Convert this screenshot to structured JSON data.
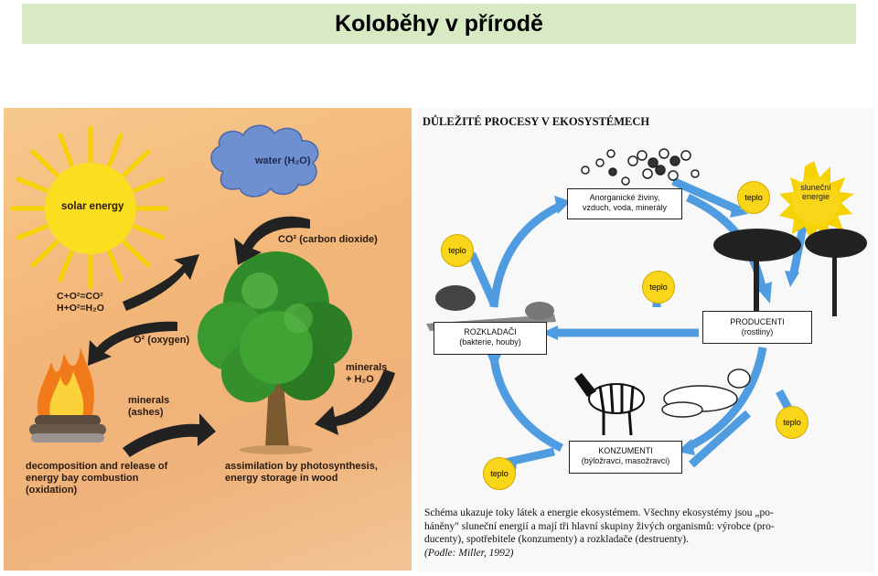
{
  "title": "Koloběhy v přírodě",
  "left": {
    "water": "water (H₂O)",
    "solar": "solar energy",
    "co2": "CO² (carbon dioxide)",
    "eq1": "C+O²=CO²",
    "eq2": "H+O²=H₂O",
    "o2": "O² (oxygen)",
    "minerals_ashes": [
      "minerals",
      "(ashes)"
    ],
    "minerals_h2o": [
      "minerals",
      "+ H₂O"
    ],
    "decomposition": [
      "decomposition and release of",
      "energy bay combustion",
      "(oxidation)"
    ],
    "assimilation": [
      "assimilation by photosynthesis,",
      "energy storage in wood"
    ]
  },
  "right": {
    "heading": "DŮLEŽITÉ PROCESY V EKOSYSTÉMECH",
    "anorganic": [
      "Anorganické živiny,",
      "vzduch, voda, minerály"
    ],
    "producenti": [
      "PRODUCENTI",
      "(rostliny)"
    ],
    "rozkladaci": [
      "ROZKLADAČI",
      "(bakterie, houby)"
    ],
    "konzumenti": [
      "KONZUMENTI",
      "(býložravci, masožravci)"
    ],
    "teplo": "teplo",
    "sun": [
      "sluneční",
      "energie"
    ],
    "caption": [
      "Schéma ukazuje toky látek a energie ekosystémem. Všechny ekosystémy jsou „po-",
      "háněny\" sluneční energií a mají tři hlavní skupiny živých organismů: výrobce (pro-",
      "ducenty), spotřebitele (konzumenty) a rozkladače (destruenty).",
      "(Podle: Miller, 1992)"
    ]
  },
  "colors": {
    "title_bg": "#d8eac4",
    "arrow_blue": "#4f9de0",
    "sun_yellow": "#f9d61a",
    "cloud_blue": "#6e8fd0"
  }
}
